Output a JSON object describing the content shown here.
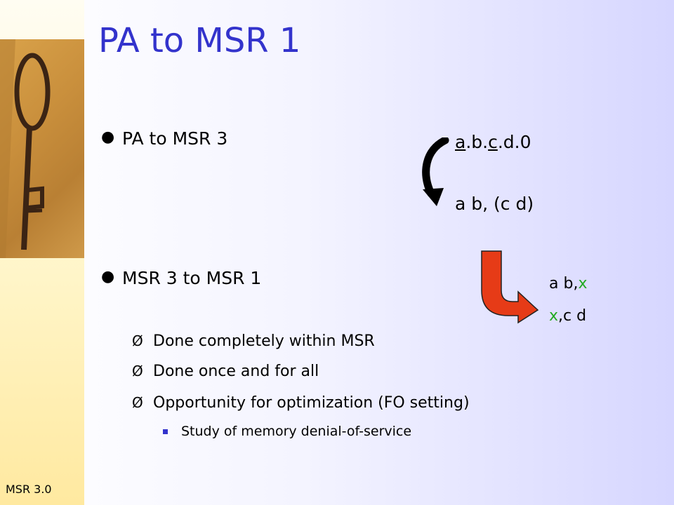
{
  "slide": {
    "title": "PA to MSR 1",
    "bullets": [
      {
        "text": "PA to MSR 3",
        "marker": "●"
      },
      {
        "text": "MSR 3 to MSR 1",
        "marker": "●"
      }
    ],
    "sub_items": [
      {
        "text": "Done completely within MSR",
        "marker": "Ø"
      },
      {
        "text": "Done once and for all",
        "marker": "Ø"
      },
      {
        "text": "Opportunity for optimization (FO setting)",
        "marker": "Ø"
      }
    ],
    "sub_sub_items": [
      {
        "text": "Study of memory denial-of-service"
      }
    ],
    "formulas": {
      "f1": {
        "a": "a",
        "dot1": ".b.",
        "c": "c",
        "rest": ".d.0"
      },
      "f2": "a  b, (c  d)",
      "f3": {
        "pre": "a  b,",
        "x": "x"
      },
      "f4": {
        "x": "x",
        "post": ",c  d"
      }
    },
    "footer": "MSR 3.0"
  },
  "colors": {
    "title": "#3333cc",
    "green_var": "#22aa22",
    "red_arrow": "#e63b17",
    "black_arrow": "#000000"
  },
  "icons": [
    "key-photo",
    "curved-arrow-black",
    "curved-arrow-red"
  ]
}
